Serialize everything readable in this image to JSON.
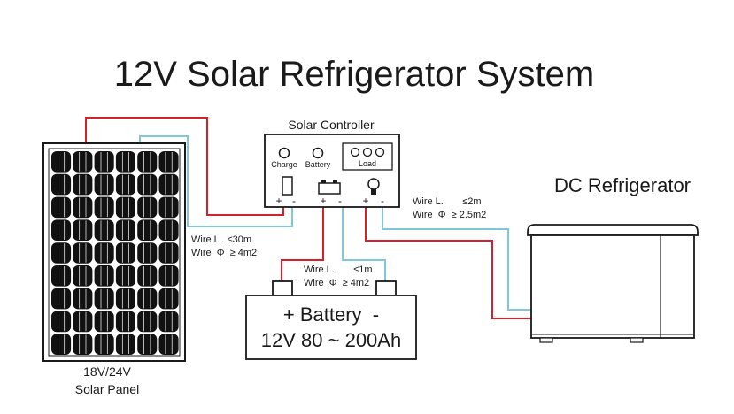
{
  "title": "12V Solar Refrigerator System",
  "colors": {
    "positive_wire": "#d6202a",
    "negative_wire": "#7ec8d8",
    "outline": "#1a1a1a"
  },
  "solar_panel": {
    "line1": "18V/24V",
    "line2": "Solar Panel"
  },
  "controller": {
    "title": "Solar Controller",
    "indicators": [
      "Charge",
      "Battery",
      "Load"
    ],
    "terminals": {
      "plus": "+",
      "minus": "-"
    }
  },
  "battery": {
    "label": "+ Battery  -",
    "capacity": "12V 80 ~ 200Ah"
  },
  "refrigerator": {
    "label": "DC Refrigerator"
  },
  "wire_panel": {
    "length": "Wire L . ≤30m",
    "diameter": "Wire  Φ  ≥ 4m2"
  },
  "wire_battery": {
    "length": "Wire L.       ≤1m",
    "diameter": "Wire  Φ  ≥ 4m2"
  },
  "wire_fridge": {
    "length": "Wire L.       ≤2m",
    "diameter": "Wire  Φ  ≥ 2.5m2"
  }
}
